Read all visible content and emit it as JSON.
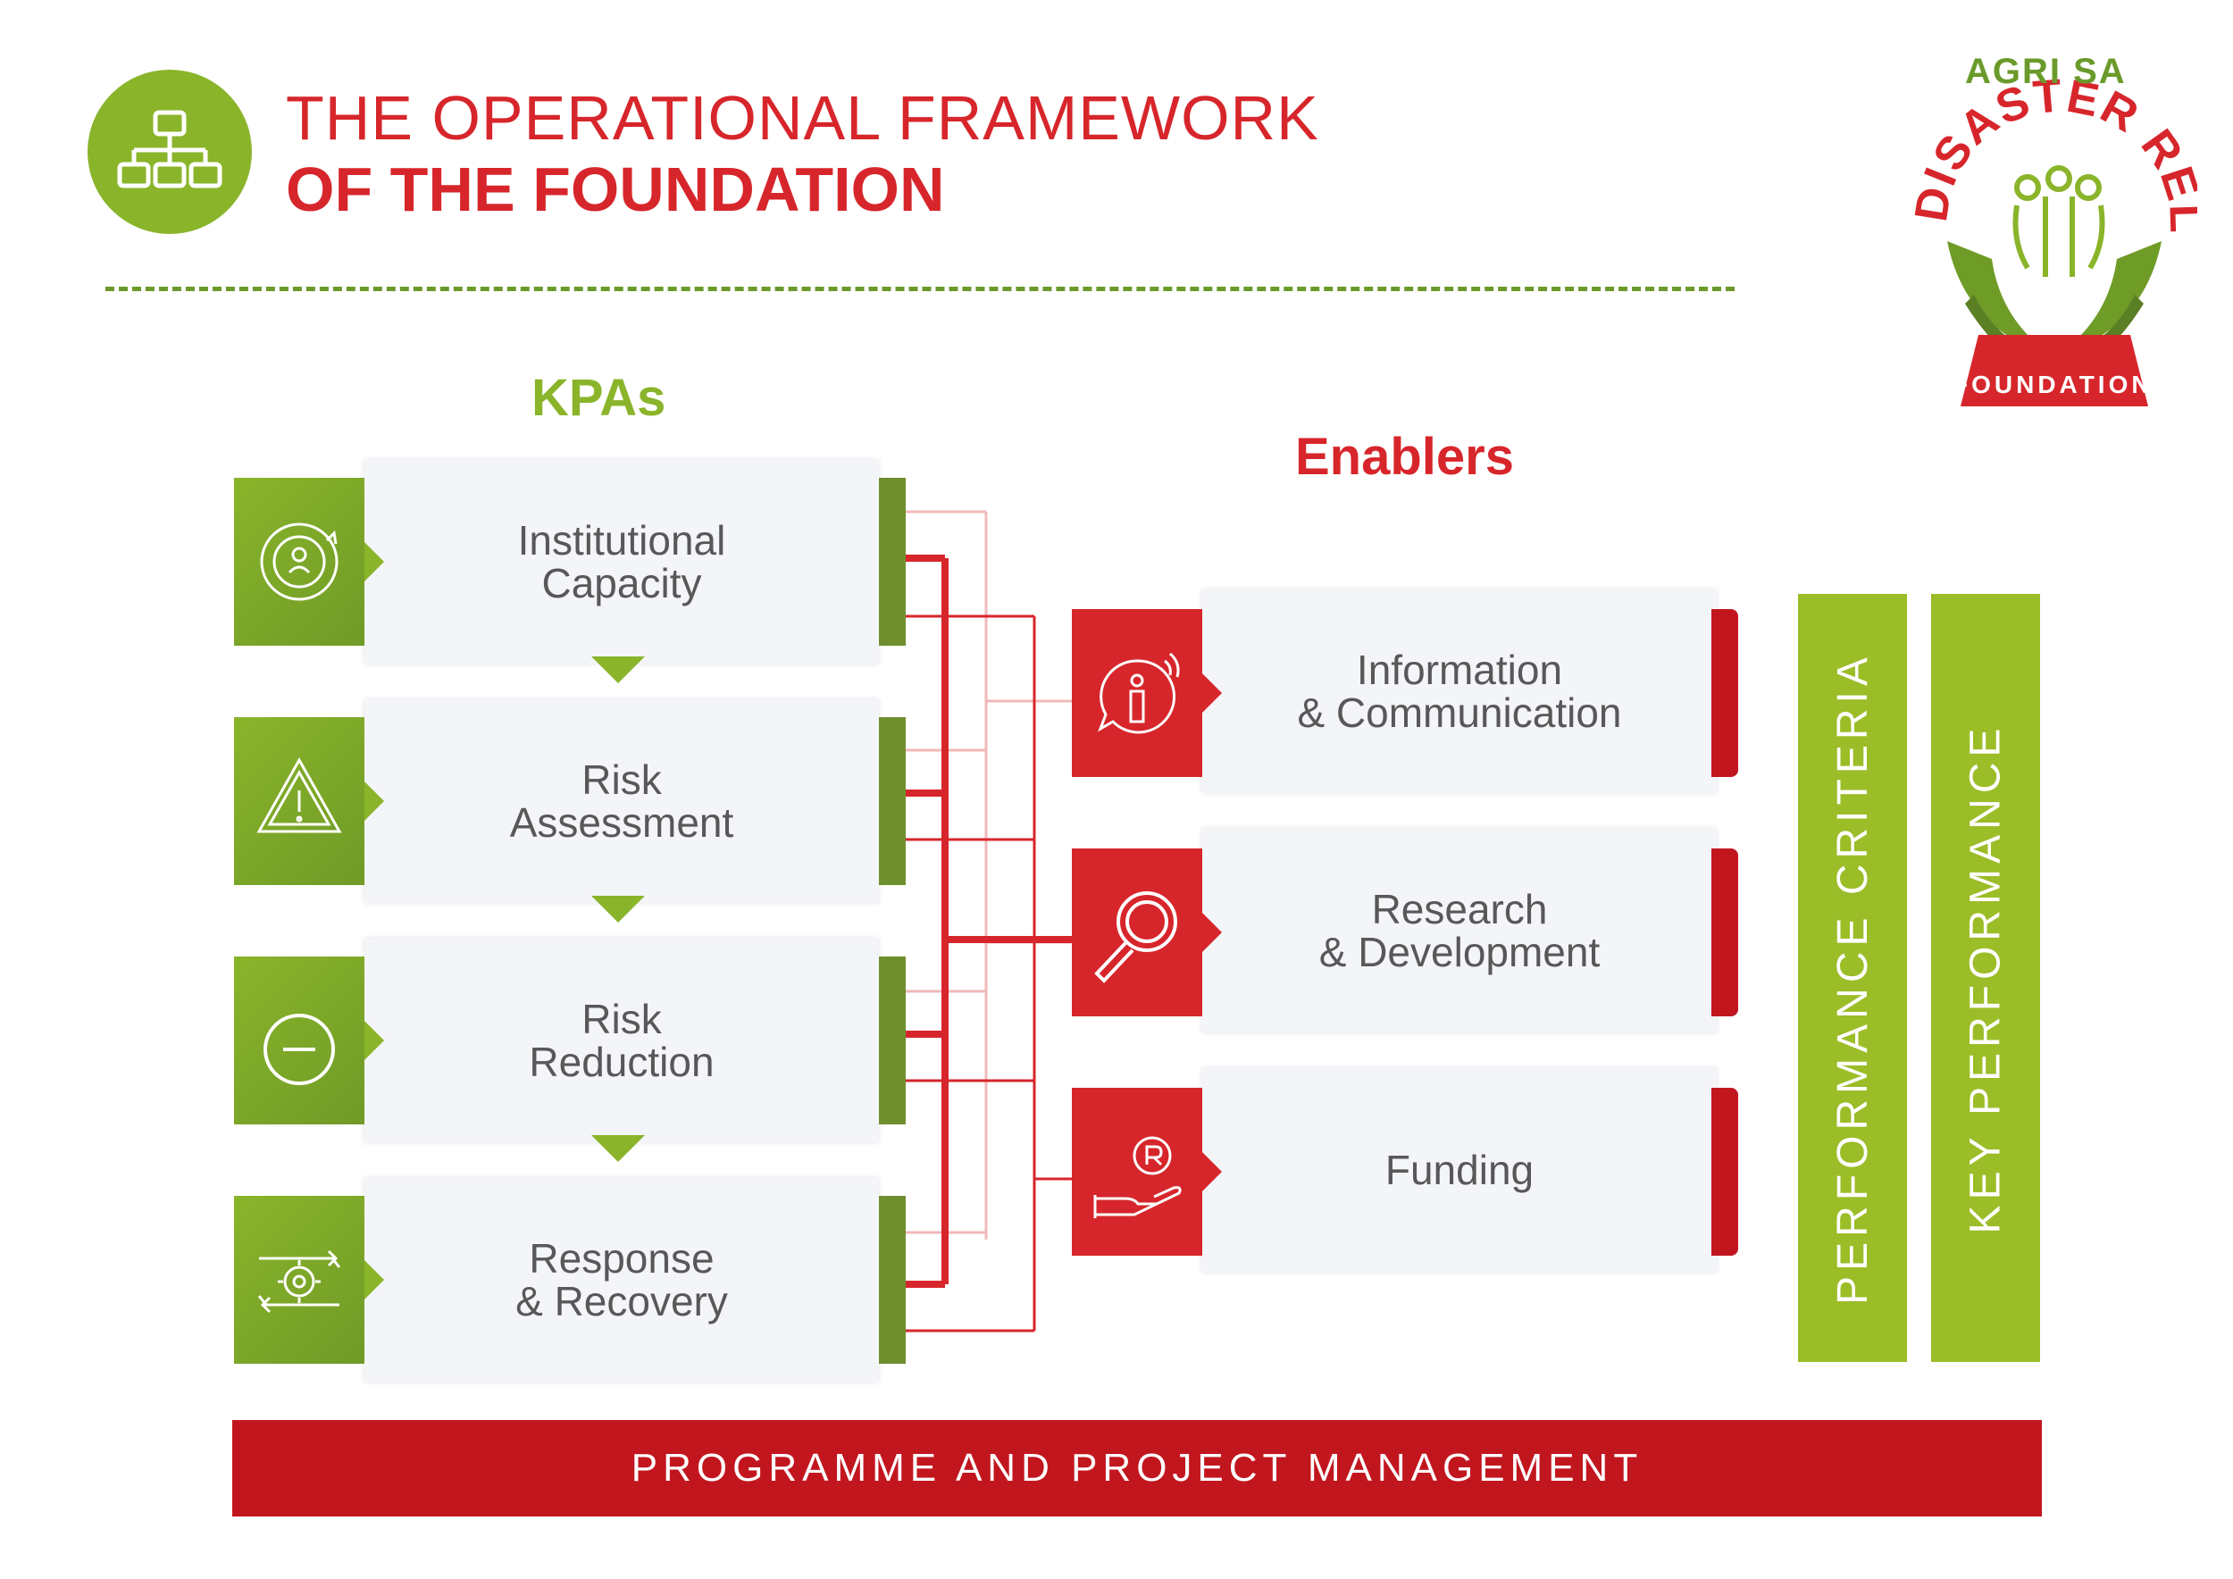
{
  "header": {
    "title_line1": "THE OPERATIONAL FRAMEWORK",
    "title_line2": "OF THE FOUNDATION",
    "icon": "org-chart-icon"
  },
  "logo": {
    "top_text": "AGRI SA",
    "arc_text": "DISASTER RELIEF",
    "bottom_text": "FOUNDATION",
    "icon": "hands-people-icon"
  },
  "sections": {
    "kpas_label": "KPAs",
    "enablers_label": "Enablers"
  },
  "kpas": [
    {
      "label": "Institutional\nCapacity",
      "icon": "people-cycle-icon"
    },
    {
      "label": "Risk\nAssessment",
      "icon": "warning-triangle-icon"
    },
    {
      "label": "Risk\nReduction",
      "icon": "minus-circle-icon"
    },
    {
      "label": "Response\n& Recovery",
      "icon": "gear-cycle-icon"
    }
  ],
  "enablers": [
    {
      "label": "Information\n& Communication",
      "icon": "info-bubble-icon"
    },
    {
      "label": "Research\n& Development",
      "icon": "magnifier-icon"
    },
    {
      "label": "Funding",
      "icon": "hand-coin-icon"
    }
  ],
  "vertical_bars": [
    "PERFORMANCE CRITERIA",
    "KEY PERFORMANCE"
  ],
  "bottom_bar": "PROGRAMME AND PROJECT MANAGEMENT",
  "colors": {
    "green": "#8ab42a",
    "dark_green": "#6f8f2e",
    "red": "#d7262b",
    "dark_red": "#c2161f",
    "card": "#f4f5f9"
  }
}
